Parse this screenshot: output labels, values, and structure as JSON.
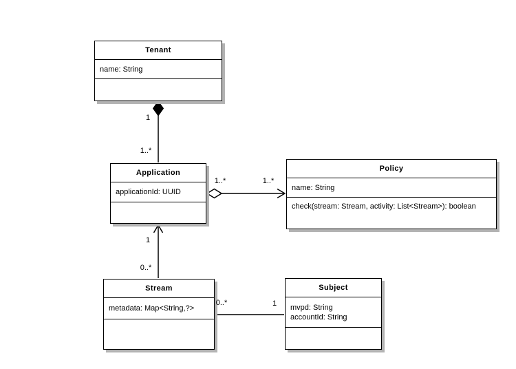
{
  "colors": {
    "background": "#ffffff",
    "box_fill": "#ffffff",
    "line": "#000000",
    "shadow": "#b3b3b3"
  },
  "classes": {
    "tenant": {
      "title": "Tenant",
      "attributes": [
        "name: String"
      ],
      "methods": []
    },
    "application": {
      "title": "Application",
      "attributes": [
        "applicationId: UUID"
      ],
      "methods": []
    },
    "policy": {
      "title": "Policy",
      "attributes": [
        "name: String"
      ],
      "methods": [
        "check(stream: Stream, activity: List<Stream>): boolean"
      ]
    },
    "stream": {
      "title": "Stream",
      "attributes": [
        "metadata: Map<String,?>"
      ],
      "methods": []
    },
    "subject": {
      "title": "Subject",
      "attributes": [
        "mvpd: String",
        "accountId: String"
      ],
      "methods": []
    }
  },
  "relationships": {
    "tenant_application": {
      "type": "composition",
      "tenant_end": "1",
      "application_end": "1..*"
    },
    "application_policy": {
      "type": "directed-aggregation",
      "application_end": "1..*",
      "policy_end": "1..*"
    },
    "stream_application": {
      "type": "directed-association",
      "application_end": "1",
      "stream_end": "0..*"
    },
    "stream_subject": {
      "type": "association",
      "stream_end": "0..*",
      "subject_end": "1"
    }
  }
}
